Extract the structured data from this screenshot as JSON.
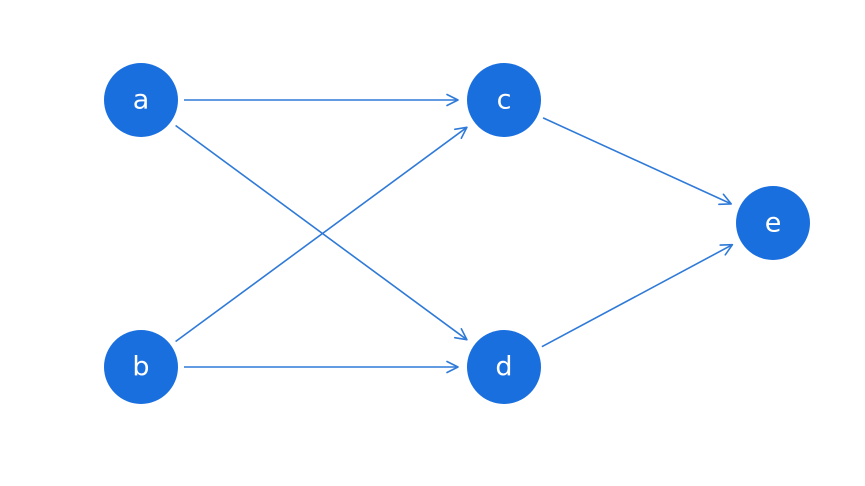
{
  "diagram": {
    "type": "directed-graph",
    "colors": {
      "node_fill": "#1a6fdf",
      "node_text": "#ffffff",
      "edge": "#2f7ad8",
      "background": "#ffffff"
    },
    "nodes": [
      {
        "id": "a",
        "label": "a"
      },
      {
        "id": "b",
        "label": "b"
      },
      {
        "id": "c",
        "label": "c"
      },
      {
        "id": "d",
        "label": "d"
      },
      {
        "id": "e",
        "label": "e"
      }
    ],
    "edges": [
      {
        "from": "a",
        "to": "c"
      },
      {
        "from": "a",
        "to": "d"
      },
      {
        "from": "b",
        "to": "c"
      },
      {
        "from": "b",
        "to": "d"
      },
      {
        "from": "c",
        "to": "e"
      },
      {
        "from": "d",
        "to": "e"
      }
    ]
  }
}
